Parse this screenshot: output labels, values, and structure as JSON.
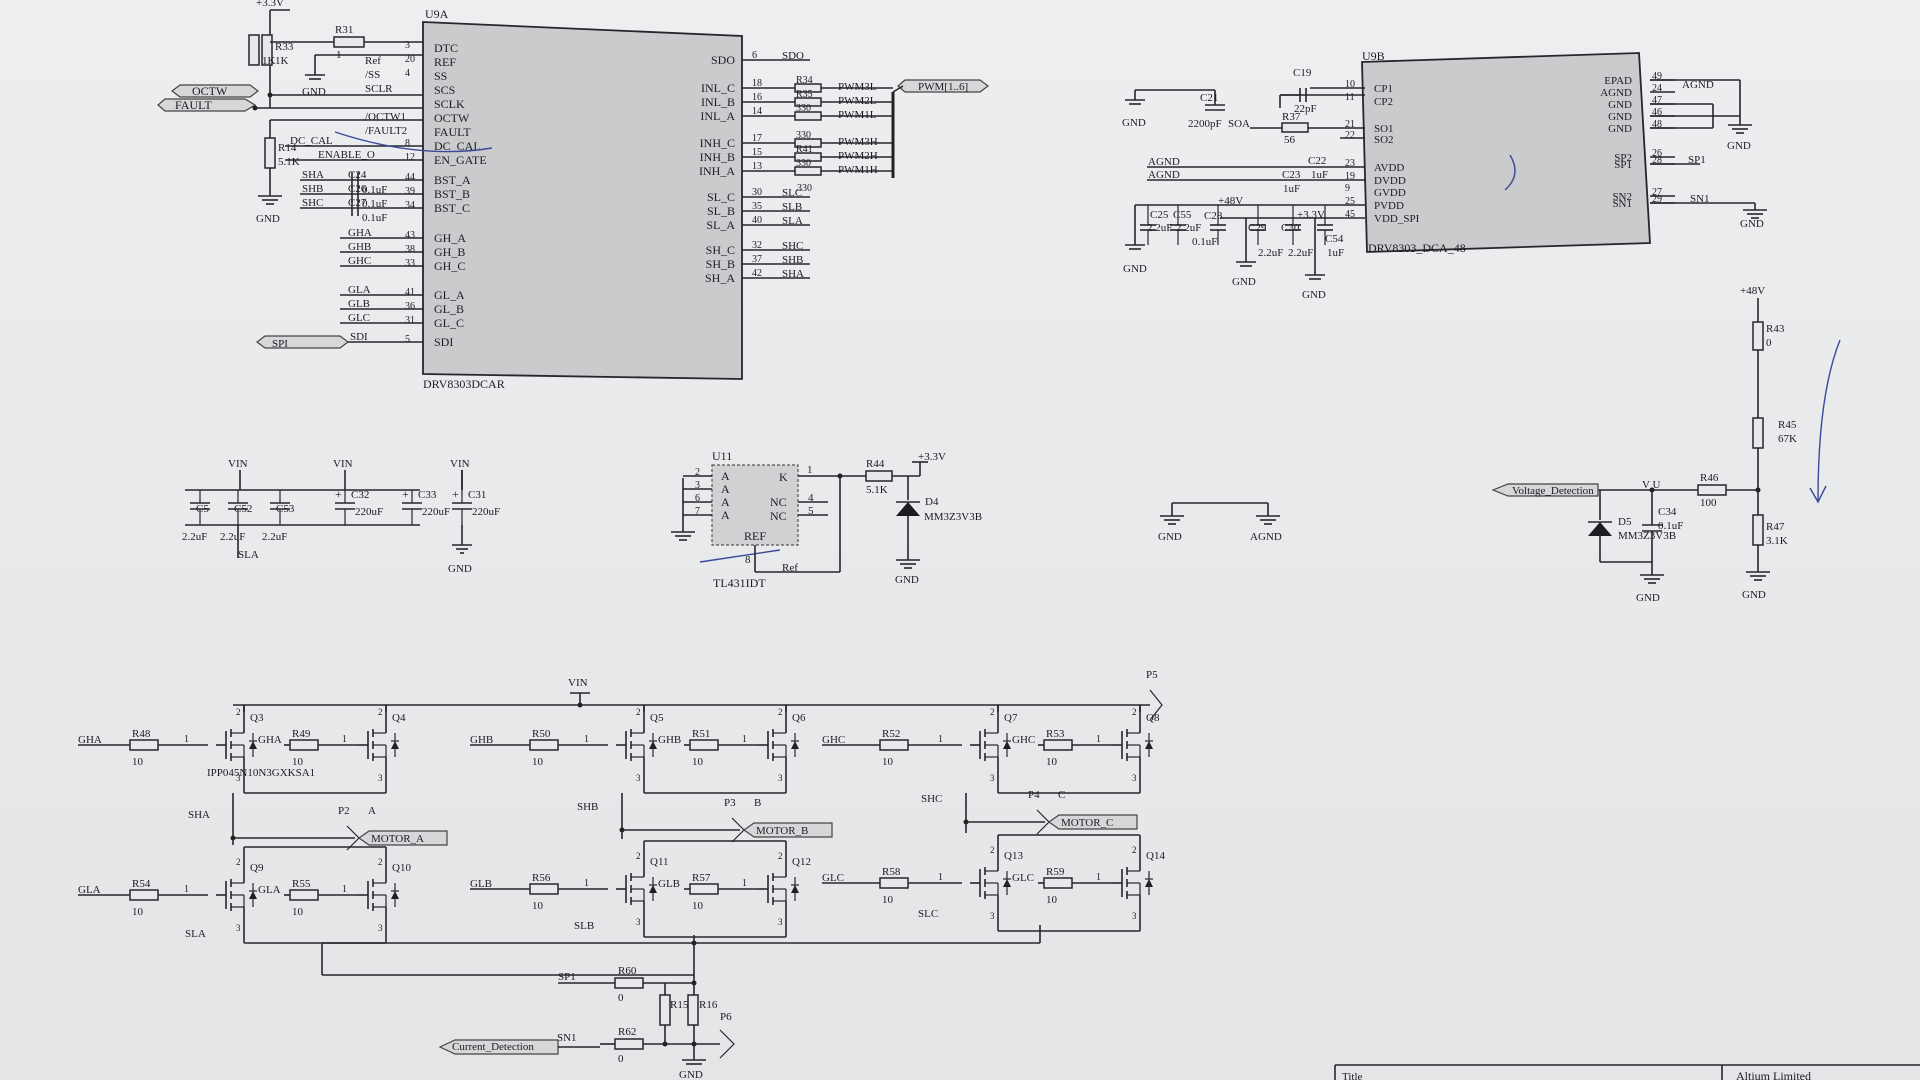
{
  "colors": {
    "paper": "#e6e8ea",
    "ink": "#1c1c22",
    "chip_fill": "#c9cbcd",
    "pen": "#3a4a9a"
  },
  "power": {
    "v33": "+3.3V",
    "v48": "+48V",
    "vin": "VIN",
    "gnd": "GND",
    "agnd": "AGND"
  },
  "u9a": {
    "ref": "U9A",
    "part": "DRV8303DCAR",
    "left_pins": [
      {
        "name": "DTC",
        "num": "3",
        "net": ""
      },
      {
        "name": "REF",
        "num": "20",
        "net": "Ref"
      },
      {
        "name": "SS",
        "num": "4",
        "net": "/SS"
      },
      {
        "name": "SCS",
        "num": "",
        "net": "SCLR"
      },
      {
        "name": "SCLK",
        "num": "",
        "net": ""
      },
      {
        "name": "OCTW",
        "num": "",
        "net": "/OCTW1"
      },
      {
        "name": "FAULT",
        "num": "",
        "net": "/FAULT2"
      },
      {
        "name": "DC_CAL",
        "num": "8",
        "net": "DC_CAL"
      },
      {
        "name": "EN_GATE",
        "num": "12",
        "net": "ENABLE_O"
      },
      {
        "name": "BST_A",
        "num": "44",
        "net": "C24"
      },
      {
        "name": "BST_B",
        "num": "39",
        "net": "C26"
      },
      {
        "name": "BST_C",
        "num": "34",
        "net": "C27"
      },
      {
        "name": "GH_A",
        "num": "43",
        "net": "GHA"
      },
      {
        "name": "GH_B",
        "num": "38",
        "net": "GHB"
      },
      {
        "name": "GH_C",
        "num": "33",
        "net": "GHC"
      },
      {
        "name": "GL_A",
        "num": "41",
        "net": "GLA"
      },
      {
        "name": "GL_B",
        "num": "36",
        "net": "GLB"
      },
      {
        "name": "GL_C",
        "num": "31",
        "net": "GLC"
      },
      {
        "name": "SDI",
        "num": "5",
        "net": "SDI"
      }
    ],
    "right_pins": [
      {
        "name": "SDO",
        "num": "6",
        "net": "SDO",
        "res": ""
      },
      {
        "name": "INL_C",
        "num": "18",
        "net": "PWM3L",
        "res": "R34"
      },
      {
        "name": "INL_B",
        "num": "16",
        "net": "PWM2L",
        "res": "R35"
      },
      {
        "name": "INL_A",
        "num": "14",
        "net": "PWM1L",
        "res": "330"
      },
      {
        "name": "INH_C",
        "num": "17",
        "net": "PWM3H",
        "res": "330"
      },
      {
        "name": "INH_B",
        "num": "15",
        "net": "PWM2H",
        "res": "R41"
      },
      {
        "name": "INH_A",
        "num": "13",
        "net": "PWM1H",
        "res": "330"
      },
      {
        "name": "SL_C",
        "num": "30",
        "net": "SLC",
        "res": ""
      },
      {
        "name": "SL_B",
        "num": "35",
        "net": "SLB",
        "res": ""
      },
      {
        "name": "SL_A",
        "num": "40",
        "net": "SLA",
        "res": ""
      },
      {
        "name": "SH_C",
        "num": "32",
        "net": "SHC",
        "res": ""
      },
      {
        "name": "SH_B",
        "num": "37",
        "net": "SHB",
        "res": ""
      },
      {
        "name": "SH_A",
        "num": "42",
        "net": "SHA",
        "res": ""
      }
    ],
    "pwm_port": "PWM[1..6]",
    "octw_port": "OCTW",
    "fault_port": "FAULT",
    "spi_port": "SPI",
    "r31": "R31",
    "r31_val": "1",
    "r33": "R33",
    "r33_val": "1K",
    "r32_val": "1K",
    "r14": "R14",
    "r14_val": "5.1K",
    "boot_cap": "0.1uF",
    "shx": [
      "SHA",
      "SHB",
      "SHC"
    ],
    "extra_330": "330"
  },
  "u9b": {
    "ref": "U9B",
    "part": "DRV8303_DCA_48",
    "left_pins": [
      {
        "name": "CP1",
        "num": "10"
      },
      {
        "name": "CP2",
        "num": "11"
      },
      {
        "name": "SO1",
        "num": "21"
      },
      {
        "name": "SO2",
        "num": "22"
      },
      {
        "name": "AVDD",
        "num": "23"
      },
      {
        "name": "DVDD",
        "num": "19"
      },
      {
        "name": "GVDD",
        "num": "9"
      },
      {
        "name": "PVDD",
        "num": "25"
      },
      {
        "name": "VDD_SPI",
        "num": "45"
      }
    ],
    "right_pins": [
      {
        "name": "EPAD",
        "num": "49"
      },
      {
        "name": "AGND",
        "num": "24"
      },
      {
        "name": "GND",
        "num": "47"
      },
      {
        "name": "GND",
        "num": "46"
      },
      {
        "name": "GND",
        "num": "48"
      },
      {
        "name": "SP2",
        "num": "26"
      },
      {
        "name": "SP1",
        "num": "28"
      },
      {
        "name": "SN2",
        "num": "27"
      },
      {
        "name": "SN1",
        "num": "29"
      }
    ],
    "c19": "C19",
    "c19_val": "22pF",
    "c21": "C21",
    "c21_val": "2200pF",
    "soa": "SOA",
    "r37": "R37",
    "r37_val": "56",
    "c22": "C22",
    "c22_val": "1uF",
    "c23": "C23",
    "c23_val": "1uF",
    "c25": "C25",
    "c55": "C55",
    "c28": "C28",
    "c29": "C29",
    "c30": "C30",
    "c54": "C54",
    "cap22": "2.2uF",
    "cap01": "0.1uF",
    "cap1": "1uF",
    "sp1": "SP1",
    "sn1": "SN1"
  },
  "caps_vin": {
    "labels": [
      "C5",
      "C52",
      "C53",
      "C32",
      "C33",
      "C31"
    ],
    "values": [
      "2.2uF",
      "2.2uF",
      "2.2uF",
      "220uF",
      "220uF",
      "220uF"
    ],
    "sla": "SLA"
  },
  "u11": {
    "ref": "U11",
    "part": "TL431IDT",
    "pins_left": [
      "2",
      "3",
      "6",
      "7"
    ],
    "pin_a": "A",
    "k": "K",
    "nc": "NC",
    "ref_label": "REF",
    "ref_net": "Ref",
    "pin_k": "1",
    "pin_nc1": "4",
    "pin_nc2": "5",
    "pin_ref": "8",
    "r44": "R44",
    "r44_val": "5.1K",
    "d4": "D4",
    "d4_part": "MM3Z3V3B"
  },
  "vdet": {
    "port": "Voltage_Detection",
    "r43": "R43",
    "r43_val": "0",
    "r45": "R45",
    "r45_val": "67K",
    "r46": "R46",
    "r46_val": "100",
    "r47": "R47",
    "r47_val": "3.1K",
    "c34": "C34",
    "c34_val": "0.1uF",
    "d5": "D5",
    "d5_part": "MM3Z3V3B",
    "vu": "V U"
  },
  "bridge": {
    "mosfet_part": "IPP045N10N3GXKSA1",
    "p5": "P5",
    "high": [
      {
        "gate_net": "GHA",
        "r1": "R48",
        "r1v": "10",
        "q1": "Q3",
        "r2": "R49",
        "r2v": "10",
        "q2": "Q4"
      },
      {
        "gate_net": "GHB",
        "r1": "R50",
        "r1v": "10",
        "q1": "Q5",
        "r2": "R51",
        "r2v": "10",
        "q2": "Q6"
      },
      {
        "gate_net": "GHC",
        "r1": "R52",
        "r1v": "10",
        "q1": "Q7",
        "r2": "R53",
        "r2v": "10",
        "q2": "Q8"
      }
    ],
    "low": [
      {
        "gate_net": "GLA",
        "r1": "R54",
        "r1v": "10",
        "q1": "Q9",
        "r2": "R55",
        "r2v": "10",
        "q2": "Q10"
      },
      {
        "gate_net": "GLB",
        "r1": "R56",
        "r1v": "10",
        "q1": "Q11",
        "r2": "R57",
        "r2v": "10",
        "q2": "Q12"
      },
      {
        "gate_net": "GLC",
        "r1": "R58",
        "r1v": "10",
        "q1": "Q13",
        "r2": "R59",
        "r2v": "10",
        "q2": "Q14"
      }
    ],
    "phases": [
      {
        "sh": "SHA",
        "p": "P2",
        "letter": "A",
        "port": "MOTOR_A",
        "sl": "SLA"
      },
      {
        "sh": "SHB",
        "p": "P3",
        "letter": "B",
        "port": "MOTOR_B",
        "sl": "SLB"
      },
      {
        "sh": "SHC",
        "p": "P4",
        "letter": "C",
        "port": "MOTOR_C",
        "sl": "SLC"
      }
    ],
    "sp1": "SP1",
    "sn1": "SN1",
    "r60": "R60",
    "r60_val": "0",
    "r62": "R62",
    "r62_val": "0",
    "r15": "R15",
    "r16": "R16",
    "p6": "P6",
    "current_port": "Current_Detection"
  },
  "title_block": {
    "title": "Title",
    "company": "Altium Limited"
  }
}
